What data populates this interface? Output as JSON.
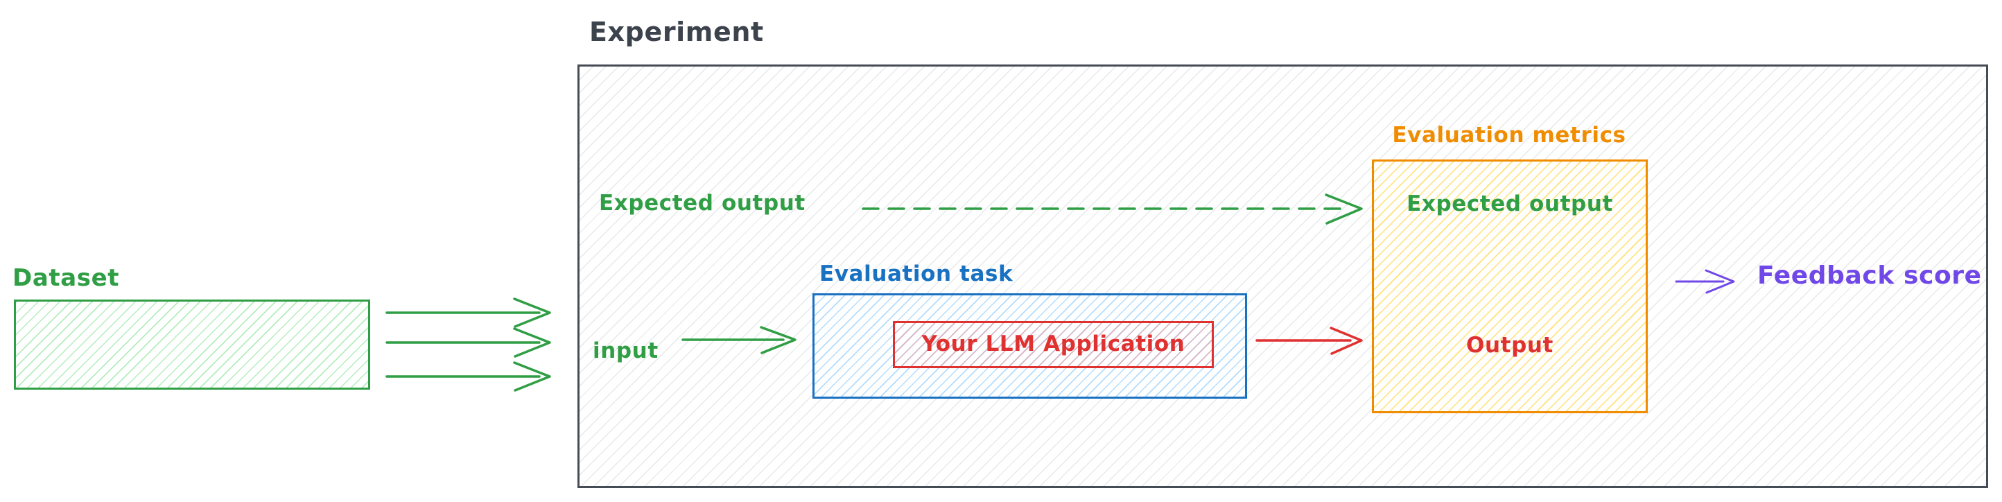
{
  "diagram_title": "Experiment",
  "colors": {
    "green": "#2f9e44",
    "dark_gray": "#3d434c",
    "blue": "#1971c2",
    "red": "#e03131",
    "orange": "#f08c00",
    "purple": "#7048e8"
  },
  "dataset": {
    "label": "Dataset"
  },
  "experiment": {
    "title": "Experiment",
    "expected_output_label": "Expected output",
    "input_label": "input"
  },
  "evaluation_task": {
    "title": "Evaluation task",
    "app_label": "Your LLM Application"
  },
  "evaluation_metrics": {
    "title": "Evaluation metrics",
    "expected_output_label": "Expected output",
    "output_label": "Output"
  },
  "feedback": {
    "label": "Feedback score"
  }
}
